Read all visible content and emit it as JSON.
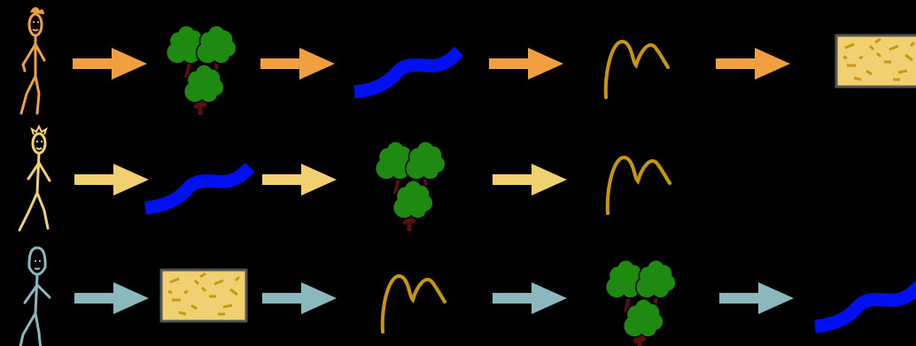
{
  "colors": {
    "background": "#000000",
    "tree_leaf": "#1f8a12",
    "tree_trunk": "#5a0f0f",
    "river": "#0010f0",
    "mountain": "#c8960c",
    "sand_fill": "#f0d070",
    "sand_mark": "#c89a10",
    "sand_border": "#555555"
  },
  "paths": [
    {
      "person_color": "#f0a040",
      "arrow_color": "#f0a040",
      "steps": [
        "tree",
        "river",
        "mountains",
        "sandbox"
      ]
    },
    {
      "person_color": "#f0d070",
      "arrow_color": "#f0d070",
      "steps": [
        "river",
        "tree",
        "mountains"
      ]
    },
    {
      "person_color": "#8ab8bc",
      "arrow_color": "#8ab8bc",
      "steps": [
        "sandbox",
        "mountains",
        "tree",
        "river"
      ]
    }
  ]
}
